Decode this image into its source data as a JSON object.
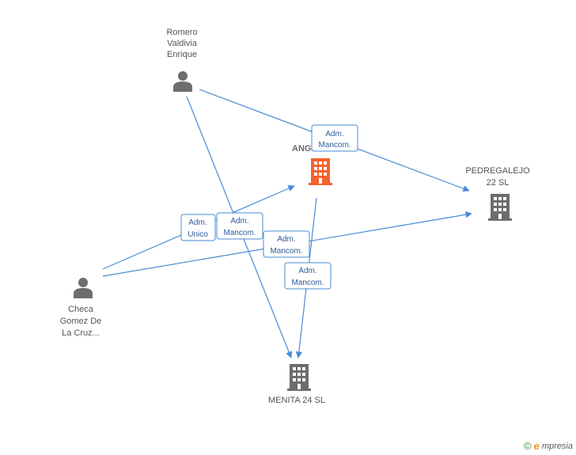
{
  "nodes": {
    "romero": {
      "lines": [
        "Romero",
        "Valdivia",
        "Enrique"
      ],
      "kind": "person",
      "color": "#6d6d6d"
    },
    "checa": {
      "lines": [
        "Checa",
        "Gomez De",
        "La Cruz..."
      ],
      "kind": "person",
      "color": "#6d6d6d"
    },
    "ang": {
      "lines": [
        "ANG"
      ],
      "kind": "company",
      "color": "#f4622f"
    },
    "pedregalejo": {
      "lines": [
        "PEDREGALEJO",
        "22 SL"
      ],
      "kind": "company",
      "color": "#6d6d6d"
    },
    "menita": {
      "lines": [
        "MENITA 24 SL"
      ],
      "kind": "company",
      "color": "#6d6d6d"
    }
  },
  "relations": [
    {
      "id": "r1",
      "lines": [
        "Adm.",
        "Mancom."
      ]
    },
    {
      "id": "r2",
      "lines": [
        "Adm.",
        "Unico"
      ]
    },
    {
      "id": "r3",
      "lines": [
        "Adm.",
        "Mancom."
      ]
    },
    {
      "id": "r4",
      "lines": [
        "Adm.",
        "Mancom."
      ]
    },
    {
      "id": "r5",
      "lines": [
        "Adm.",
        "Mancom."
      ]
    }
  ],
  "brand": {
    "copyright": "©",
    "e": "e",
    "rest": "mpresia"
  },
  "colors": {
    "edge": "#4a8ad6",
    "person": "#6d6d6d",
    "company_gray": "#6d6d6d",
    "company_highlight": "#f4622f"
  }
}
